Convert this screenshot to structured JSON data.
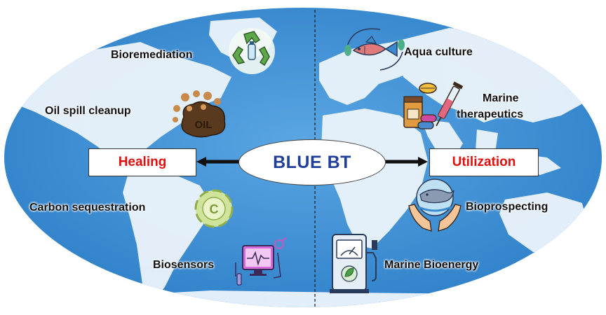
{
  "center_label": "BLUE BT",
  "left_box": "Healing",
  "right_box": "Utilization",
  "left_items": [
    {
      "label": "Bioremediation",
      "icon": "recycle-bottle-icon"
    },
    {
      "label": "Oil spill cleanup",
      "icon": "oil-blob-icon"
    },
    {
      "label": "Carbon sequestration",
      "icon": "carbon-cycle-icon"
    },
    {
      "label": "Biosensors",
      "icon": "biosensor-monitor-icon"
    }
  ],
  "right_items": [
    {
      "label": "Aqua culture",
      "icon": "fish-icon"
    },
    {
      "label_line1": "Marine",
      "label_line2": "therapeutics",
      "icon": "pills-syringe-icon"
    },
    {
      "label": "Bioprospecting",
      "icon": "hands-whale-icon"
    },
    {
      "label": "Marine Bioenergy",
      "icon": "fuel-pump-leaf-icon"
    }
  ],
  "colors": {
    "ocean": "#3d8fd6",
    "land": "#eaf3fa",
    "center_text": "#1f3f99",
    "box_text": "#e01010"
  }
}
